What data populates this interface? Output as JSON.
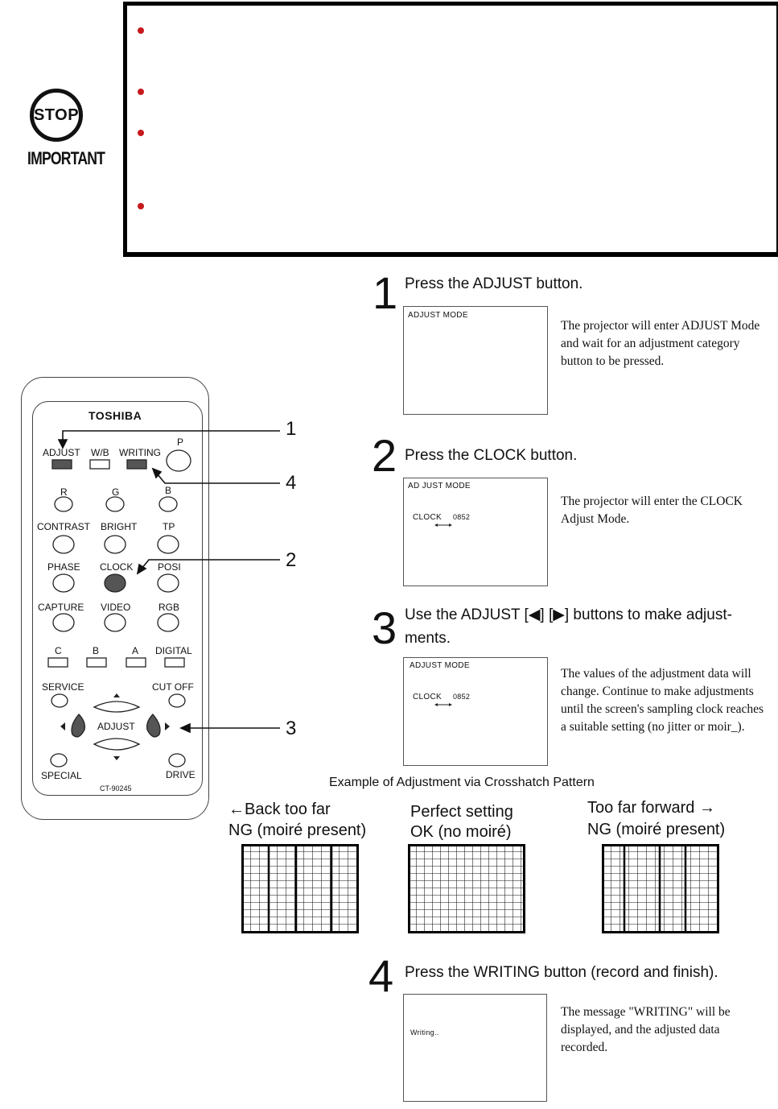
{
  "important": {
    "stop_label": "STOP",
    "important_label": "IMPORTANT",
    "bullet_color": "#c8191c"
  },
  "steps": [
    {
      "number": "1",
      "title": "Press the ADJUST button.",
      "osd_header": "ADJUST  MODE",
      "description": "The projector will enter ADJUST Mode and wait for an adjustment category button to be pressed."
    },
    {
      "number": "2",
      "title": "Press the CLOCK button.",
      "osd_header": "AD JUST  MODE",
      "osd_item": "CLOCK",
      "osd_value": "0852",
      "description": "The projector will enter the CLOCK Adjust Mode."
    },
    {
      "number": "3",
      "title_line1": "Use the ADJUST [◀] [▶] buttons to make adjust-",
      "title_line2": "ments.",
      "osd_header": "ADJUST  MODE",
      "osd_item": "CLOCK",
      "osd_value": "0852",
      "description": "The values of the adjustment data will change. Continue to make adjustments until the screen's sampling clock reaches a suitable setting (no jitter or moir_)."
    },
    {
      "number": "4",
      "title": "Press the WRITING button (record and finish).",
      "osd_text": "Writing..",
      "description": "The message \"WRITING\" will be displayed, and the adjusted data recorded."
    }
  ],
  "example": {
    "caption": "Example of Adjustment via Crosshatch Pattern",
    "patterns": [
      {
        "line1": "←Back too far",
        "line2": "NG (moiré present)"
      },
      {
        "line1": "Perfect setting",
        "line2": "OK (no moiré)"
      },
      {
        "line1": "Too far forward →",
        "line2": "NG (moiré present)"
      }
    ]
  },
  "remote": {
    "brand": "TOSHIBA",
    "model": "CT-90245",
    "labels": {
      "adjust": "ADJUST",
      "wb": "W/B",
      "writing": "WRITING",
      "p": "P",
      "r": "R",
      "g": "G",
      "b": "B",
      "contrast": "CONTRAST",
      "bright": "BRIGHT",
      "tp": "TP",
      "phase": "PHASE",
      "clock": "CLOCK",
      "posi": "POSI",
      "capture": "CAPTURE",
      "video": "VIDEO",
      "rgb": "RGB",
      "c": "C",
      "b2": "B",
      "a": "A",
      "digital": "DIGITAL",
      "service": "SERVICE",
      "cutoff": "CUT OFF",
      "adjust_center": "ADJUST",
      "special": "SPECIAL",
      "drive": "DRIVE"
    },
    "callouts": [
      "1",
      "4",
      "2",
      "3"
    ]
  }
}
